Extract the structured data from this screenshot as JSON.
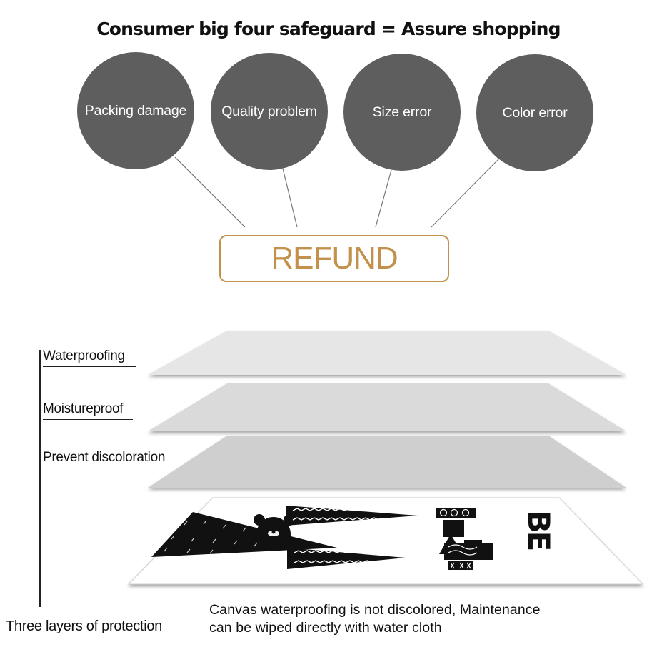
{
  "headline": "Consumer big four safeguard = Assure shopping",
  "safeguards": [
    {
      "label": "Packing  damage"
    },
    {
      "label": "Quality  problem"
    },
    {
      "label": "Size  error"
    },
    {
      "label": "Color  error"
    }
  ],
  "refund_label": "REFUND",
  "layers": [
    {
      "label": "Waterproofing"
    },
    {
      "label": "Moistureproof"
    },
    {
      "label": "Prevent  discoloration"
    }
  ],
  "layers_group_label": "Three layers of protection",
  "caption": {
    "line1": "Canvas  waterproofing  is  not  discolored,  Maintenance",
    "line2": "can  be  wiped  directly  with  water  cloth"
  },
  "artwork_letters": "BE",
  "colors": {
    "circle": "#5e5e5e",
    "refund_accent": "#c2914c",
    "layer_top": "#e6e6e6",
    "layer_middle": "#dadada",
    "layer_bottom": "#cfcfcf"
  }
}
